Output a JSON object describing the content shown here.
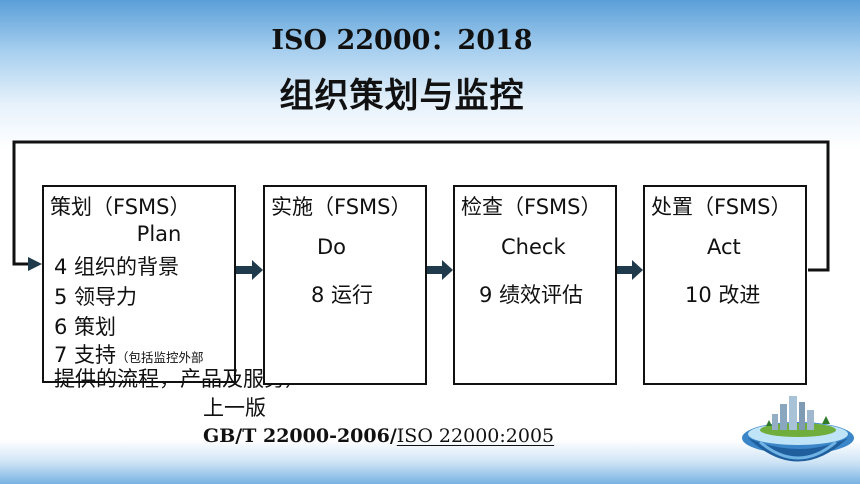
{
  "title": {
    "standard": "ISO 22000：2018",
    "subtitle": "组织策划与监控"
  },
  "boxes": [
    {
      "heading": "策划（FSMS）",
      "label": "Plan",
      "items": [
        "4 组织的背景",
        "5 领导力",
        "6 策划"
      ],
      "support_item": "7 支持",
      "support_note_a": "（包括监控外部",
      "support_note_b": "提供的流程，产品及服务）"
    },
    {
      "heading": "实施（FSMS）",
      "label": "Do",
      "clause": "8 运行"
    },
    {
      "heading": "检查（FSMS）",
      "label": "Check",
      "clause": "9 绩效评估"
    },
    {
      "heading": "处置（FSMS）",
      "label": "Act",
      "clause": "10 改进"
    }
  ],
  "notes": {
    "previous": "上一版",
    "standard_bold": "GB/T 22000-2006/",
    "standard_light": "ISO 22000:2005"
  },
  "colors": {
    "line": "#111111",
    "arrow": "#1f3a4a"
  }
}
